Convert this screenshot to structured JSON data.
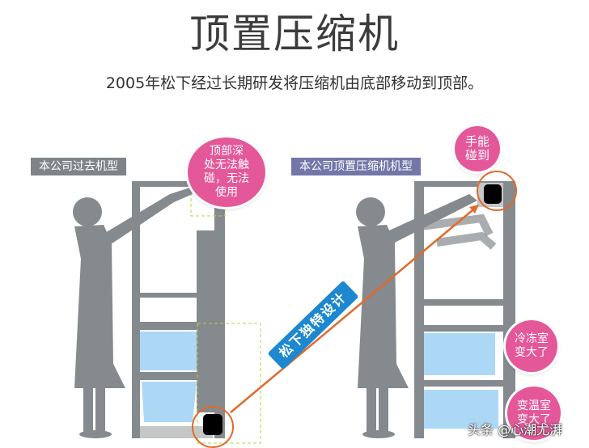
{
  "header": {
    "title": "顶置压缩机",
    "subtitle": "2005年松下经过长期研发将压缩机由底部移动到顶部。"
  },
  "panels": {
    "old": {
      "label": "本公司过去机型",
      "callout": [
        "顶部深",
        "处无法触",
        "碰，无法",
        "使用"
      ]
    },
    "new": {
      "label": "本公司顶置压缩机机型",
      "callout_top": [
        "手能",
        "碰到"
      ],
      "callout_freezer": [
        "冷冻室",
        "变大了"
      ],
      "callout_variable": [
        "变温室",
        "变大了"
      ]
    }
  },
  "design_tag": "松下独特设计",
  "watermark": "头条 @心潮尤湃",
  "colors": {
    "silhouette": "#848a8e",
    "bubble": "#e4589a",
    "tag": "#1d88d0",
    "arrow": "#e06a2a",
    "drawer": "#acd8f6",
    "label_old": "#7e8488",
    "label_new": "#7276a8",
    "dashed": "#b7d04a"
  }
}
